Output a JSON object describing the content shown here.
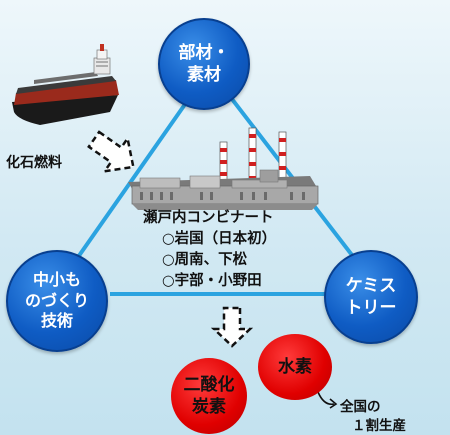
{
  "nodes": {
    "materials": "部材・\n素材",
    "manufacturing": "中小も\nのづくり技術",
    "chemistry": "ケミス\nトリー",
    "co2": "二酸化\n炭素",
    "hydrogen": "水素"
  },
  "labels": {
    "fossil_fuel": "化石燃料",
    "hydrogen_note_1": "全国の",
    "hydrogen_note_2": "１割生産"
  },
  "complex": {
    "title": "瀬戸内コンビナート",
    "items": [
      "○岩国（日本初）",
      "○周南、下松",
      "○宇部・小野田"
    ]
  },
  "colors": {
    "node_blue": "#0f5cc4",
    "triangle_line": "#2ba3e0",
    "emission_red": "#e00000",
    "background": "#d2e9f3"
  },
  "icons": [
    "tanker-ship-icon",
    "factory-icon",
    "dashed-arrow-icon"
  ]
}
